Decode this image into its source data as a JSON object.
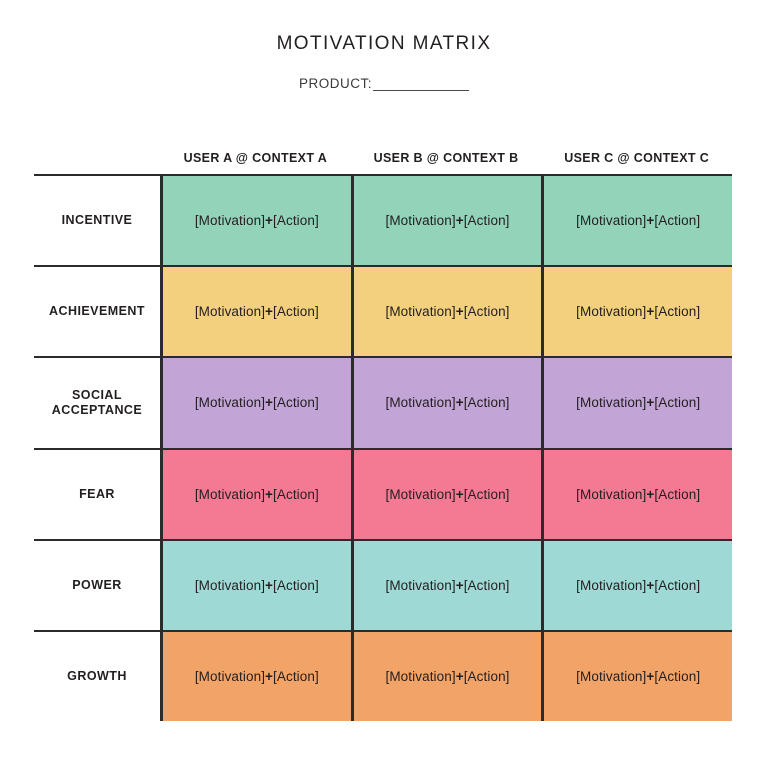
{
  "header": {
    "title": "MOTIVATION MATRIX",
    "product_label": "PRODUCT:",
    "product_value": ""
  },
  "matrix": {
    "columns": [
      {
        "label": "USER A @ CONTEXT A"
      },
      {
        "label": "USER B @ CONTEXT B"
      },
      {
        "label": "USER C @ CONTEXT C"
      }
    ],
    "cell_text_prefix": "[Motivation] ",
    "cell_text_plus": "+",
    "cell_text_suffix": " [Action]",
    "cell_text_full": "[Motivation] + [Action]",
    "rows": [
      {
        "label": "INCENTIVE",
        "color": "#93d3ba",
        "cells": [
          "[Motivation] + [Action]",
          "[Motivation] + [Action]",
          "[Motivation] + [Action]"
        ]
      },
      {
        "label": "ACHIEVEMENT",
        "color": "#f2d07e",
        "cells": [
          "[Motivation] + [Action]",
          "[Motivation] + [Action]",
          "[Motivation] + [Action]"
        ]
      },
      {
        "label": "SOCIAL ACCEPTANCE",
        "label_line1": "SOCIAL",
        "label_line2": "ACCEPTANCE",
        "color": "#c2a4d6",
        "cells": [
          "[Motivation] + [Action]",
          "[Motivation] + [Action]",
          "[Motivation] + [Action]"
        ]
      },
      {
        "label": "FEAR",
        "color": "#f47a94",
        "cells": [
          "[Motivation] + [Action]",
          "[Motivation] + [Action]",
          "[Motivation] + [Action]"
        ]
      },
      {
        "label": "POWER",
        "color": "#9fd9d6",
        "cells": [
          "[Motivation] + [Action]",
          "[Motivation] + [Action]",
          "[Motivation] + [Action]"
        ]
      },
      {
        "label": "GROWTH",
        "color": "#f2a368",
        "cells": [
          "[Motivation] + [Action]",
          "[Motivation] + [Action]",
          "[Motivation] + [Action]"
        ]
      }
    ]
  },
  "colors": {
    "rule": "#2b2b2b",
    "text": "#231f20",
    "background": "#ffffff"
  }
}
